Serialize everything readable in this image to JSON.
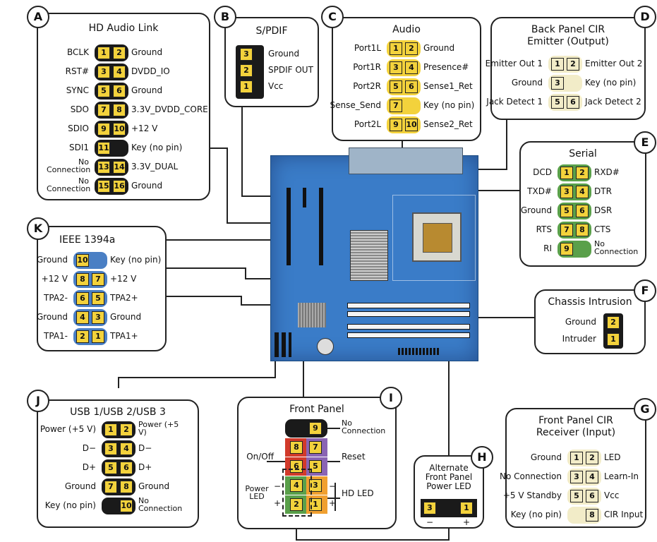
{
  "boxes": {
    "a": {
      "letter": "A",
      "title": "HD Audio Link",
      "left": [
        "BCLK",
        "RST#",
        "SYNC",
        "SDO",
        "SDIO",
        "SDI1",
        "No Connection",
        "No Connection"
      ],
      "right": [
        "Ground",
        "DVDD_IO",
        "Ground",
        "3.3V_DVDD_CORE",
        "+12 V",
        "Key (no pin)",
        "3.3V_DUAL",
        "Ground"
      ],
      "pins_l": [
        "1",
        "3",
        "5",
        "7",
        "9",
        "11",
        "13",
        "15"
      ],
      "pins_r": [
        "2",
        "4",
        "6",
        "8",
        "10",
        "",
        "14",
        "16"
      ]
    },
    "b": {
      "letter": "B",
      "title": "S/PDIF",
      "right": [
        "Ground",
        "SPDIF OUT",
        "Vcc"
      ],
      "pins": [
        "3",
        "2",
        "1"
      ]
    },
    "c": {
      "letter": "C",
      "title": "Audio",
      "left": [
        "Port1L",
        "Port1R",
        "Port2R",
        "Sense_Send",
        "Port2L"
      ],
      "right": [
        "Ground",
        "Presence#",
        "Sense1_Ret",
        "Key (no pin)",
        "Sense2_Ret"
      ],
      "pins_l": [
        "1",
        "3",
        "5",
        "7",
        "9"
      ],
      "pins_r": [
        "2",
        "4",
        "6",
        "",
        "10"
      ]
    },
    "d": {
      "letter": "D",
      "title": "Back Panel CIR Emitter (Output)",
      "left": [
        "Emitter Out 1",
        "Ground",
        "Jack Detect 1"
      ],
      "right": [
        "Emitter Out 2",
        "Key (no pin)",
        "Jack Detect 2"
      ],
      "pins_l": [
        "1",
        "3",
        "5"
      ],
      "pins_r": [
        "2",
        "",
        "6"
      ]
    },
    "e": {
      "letter": "E",
      "title": "Serial",
      "left": [
        "DCD",
        "TXD#",
        "Ground",
        "RTS",
        "RI"
      ],
      "right": [
        "RXD#",
        "DTR",
        "DSR",
        "CTS",
        "No Connection"
      ],
      "pins_l": [
        "1",
        "3",
        "5",
        "7",
        "9"
      ],
      "pins_r": [
        "2",
        "4",
        "6",
        "8",
        ""
      ]
    },
    "f": {
      "letter": "F",
      "title": "Chassis Intrusion",
      "left": [
        "Ground",
        "Intruder"
      ],
      "pins": [
        "2",
        "1"
      ]
    },
    "g": {
      "letter": "G",
      "title": "Front Panel CIR Receiver (Input)",
      "left": [
        "Ground",
        "No Connection",
        "+5 V Standby",
        "Key (no pin)"
      ],
      "right": [
        "LED",
        "Learn-In",
        "Vcc",
        "CIR Input"
      ],
      "pins_l": [
        "1",
        "3",
        "5",
        ""
      ],
      "pins_r": [
        "2",
        "4",
        "6",
        "8"
      ]
    },
    "h": {
      "letter": "H",
      "title": "Alternate Front Panel Power LED",
      "pins": [
        "3",
        "1"
      ],
      "minus": "−",
      "plus": "+"
    },
    "i": {
      "letter": "I",
      "title": "Front Panel",
      "pins_l": [
        "",
        "8",
        "6",
        "4",
        "2"
      ],
      "pins_r": [
        "9",
        "7",
        "5",
        "3",
        "1"
      ],
      "left_labels": [
        "On/Off",
        "Power LED"
      ],
      "right_labels": [
        "No Connection",
        "Reset",
        "HD LED"
      ],
      "pm_left": [
        "−",
        "+"
      ],
      "pm_right": [
        "−",
        "+"
      ]
    },
    "j": {
      "letter": "J",
      "title": "USB 1/USB 2/USB 3",
      "left": [
        "Power (+5 V)",
        "D−",
        "D+",
        "Ground",
        "Key (no pin)"
      ],
      "right": [
        "Power (+5 V)",
        "D−",
        "D+",
        "Ground",
        "No Connection"
      ],
      "pins_l": [
        "1",
        "3",
        "5",
        "7",
        ""
      ],
      "pins_r": [
        "2",
        "4",
        "6",
        "8",
        "10"
      ]
    },
    "k": {
      "letter": "K",
      "title": "IEEE 1394a",
      "left": [
        "Ground",
        "+12 V",
        "TPA2-",
        "Ground",
        "TPA1-"
      ],
      "right": [
        "Key (no pin)",
        "+12 V",
        "TPA2+",
        "Ground",
        "TPA1+"
      ],
      "pins_l": [
        "10",
        "8",
        "6",
        "4",
        "2"
      ],
      "pins_r": [
        "",
        "7",
        "5",
        "3",
        "1"
      ]
    }
  },
  "colors": {
    "yellow": "#f3d23c",
    "black": "#1a1a1a",
    "blue": "#4a7fc4",
    "green": "#5aa04a",
    "red": "#d23a2a",
    "purple": "#8a64b4",
    "orange": "#f0a030",
    "board": "#3a7cc8",
    "cream": "#f2ecc8"
  }
}
